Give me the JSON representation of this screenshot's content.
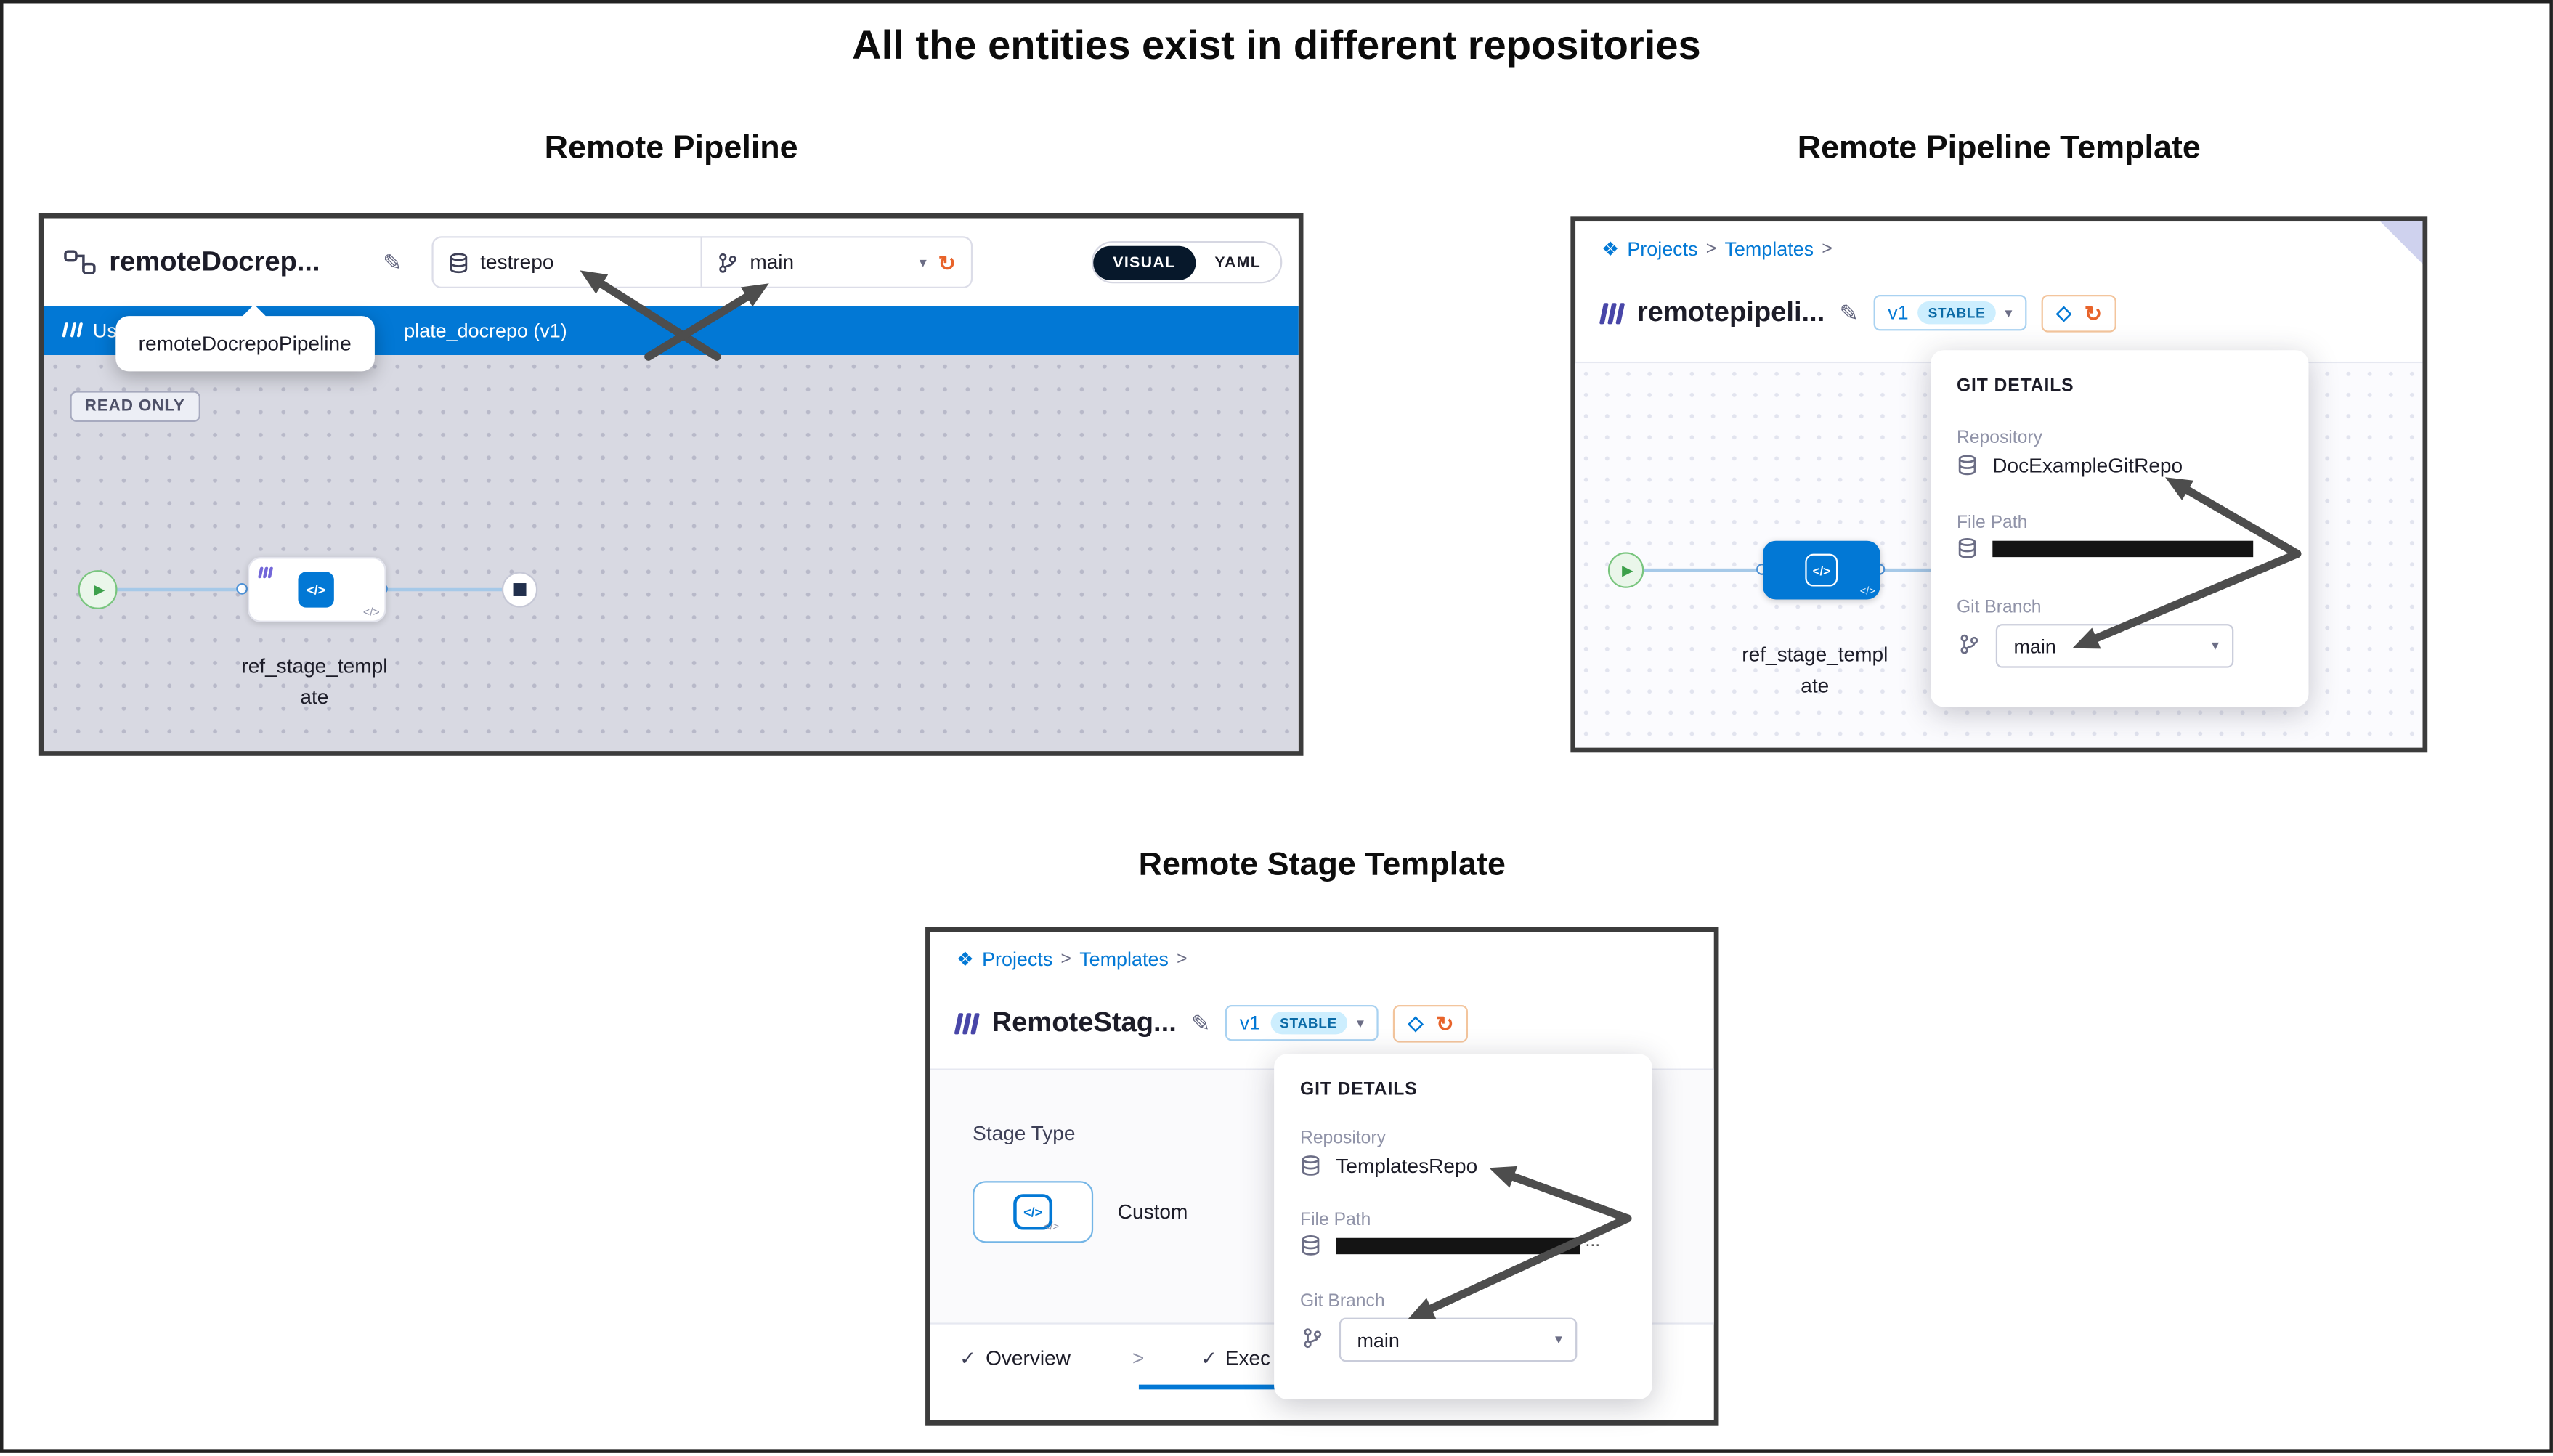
{
  "page": {
    "title": "All the entities exist in different repositories"
  },
  "icons": {
    "pencil": "✎",
    "refresh": "↻",
    "chevron_down": "▾",
    "check": "✓",
    "diamond": "◇",
    "logo": "❖",
    "play": "▶",
    "separator": ">",
    "code": "</>"
  },
  "colors": {
    "accent": "#0278d5",
    "blue_bar": "#0278d5",
    "arrow": "#4d4d4d",
    "stable_badge_bg": "#cdeefe",
    "refresh_orange": "#e8632a",
    "visual_pill": "#07182b"
  },
  "pipeline_panel": {
    "title": "Remote Pipeline",
    "name": "remoteDocrep...",
    "repo": "testrepo",
    "branch": "main",
    "toggle": {
      "visual": "VISUAL",
      "yaml": "YAML"
    },
    "template_bar": {
      "left": "Us",
      "right": "plate_docrepo (v1)"
    },
    "tooltip": "remoteDocrepoPipeline",
    "read_only": "READ ONLY",
    "stage": {
      "line1": "ref_stage_templ",
      "line2": "ate"
    }
  },
  "pipeline_template_panel": {
    "title": "Remote Pipeline Template",
    "breadcrumb": {
      "projects": "Projects",
      "templates": "Templates",
      "sep": ">"
    },
    "name": "remotepipeli...",
    "version": "v1",
    "badge": "STABLE",
    "stage": {
      "line1": "ref_stage_templ",
      "line2": "ate"
    },
    "git_details": {
      "heading": "GIT DETAILS",
      "repository_label": "Repository",
      "repository": "DocExampleGitRepo",
      "file_path_label": "File Path",
      "git_branch_label": "Git Branch",
      "branch": "main"
    }
  },
  "stage_template_panel": {
    "title": "Remote Stage Template",
    "breadcrumb": {
      "projects": "Projects",
      "templates": "Templates",
      "sep": ">"
    },
    "name": "RemoteStag...",
    "version": "v1",
    "badge": "STABLE",
    "stage_type_label": "Stage Type",
    "stage_type_value": "Custom",
    "tabs": {
      "overview": "Overview",
      "execution": "Exec"
    },
    "git_details": {
      "heading": "GIT DETAILS",
      "repository_label": "Repository",
      "repository": "TemplatesRepo",
      "file_path_label": "File Path",
      "file_path_suffix": "...",
      "git_branch_label": "Git Branch",
      "branch": "main"
    }
  }
}
